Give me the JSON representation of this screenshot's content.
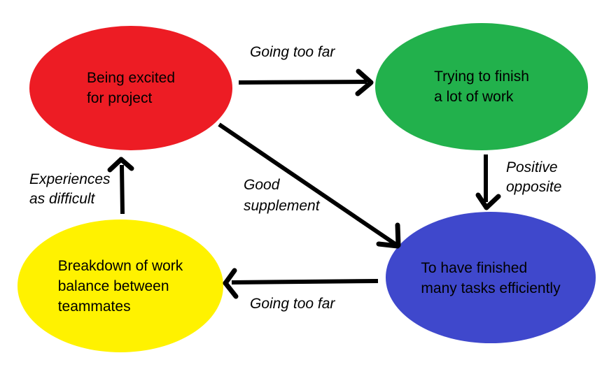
{
  "diagram": {
    "background_color": "#ffffff",
    "text_color": "#000000",
    "arrow_color": "#000000",
    "nodes": [
      {
        "id": "being-excited",
        "label": "Being excited for project",
        "label_lines": [
          "Being excited",
          "for project"
        ],
        "color": "#ed1c24"
      },
      {
        "id": "trying-to-finish",
        "label": "Trying to finish a lot of work",
        "label_lines": [
          "Trying to finish",
          "a lot of work"
        ],
        "color": "#22b14c"
      },
      {
        "id": "finished-tasks",
        "label": "To have finished many tasks efficiently",
        "label_lines": [
          "To have finished",
          "many tasks efficiently"
        ],
        "color": "#3f48cc"
      },
      {
        "id": "breakdown",
        "label": "Breakdown of work balance between teammates",
        "label_lines": [
          "Breakdown of work",
          "balance between",
          "teammates"
        ],
        "color": "#fff200"
      }
    ],
    "edges": [
      {
        "from": "being-excited",
        "to": "trying-to-finish",
        "label": "Going too far",
        "label_lines": [
          "Going too far"
        ]
      },
      {
        "from": "trying-to-finish",
        "to": "finished-tasks",
        "label": "Positive opposite",
        "label_lines": [
          "Positive",
          "opposite"
        ]
      },
      {
        "from": "being-excited",
        "to": "finished-tasks",
        "label": "Good supplement",
        "label_lines": [
          "Good",
          "supplement"
        ]
      },
      {
        "from": "finished-tasks",
        "to": "breakdown",
        "label": "Going too far",
        "label_lines": [
          "Going too far"
        ]
      },
      {
        "from": "breakdown",
        "to": "being-excited",
        "label": "Experiences as difficult",
        "label_lines": [
          "Experiences",
          "as difficult"
        ]
      }
    ]
  }
}
